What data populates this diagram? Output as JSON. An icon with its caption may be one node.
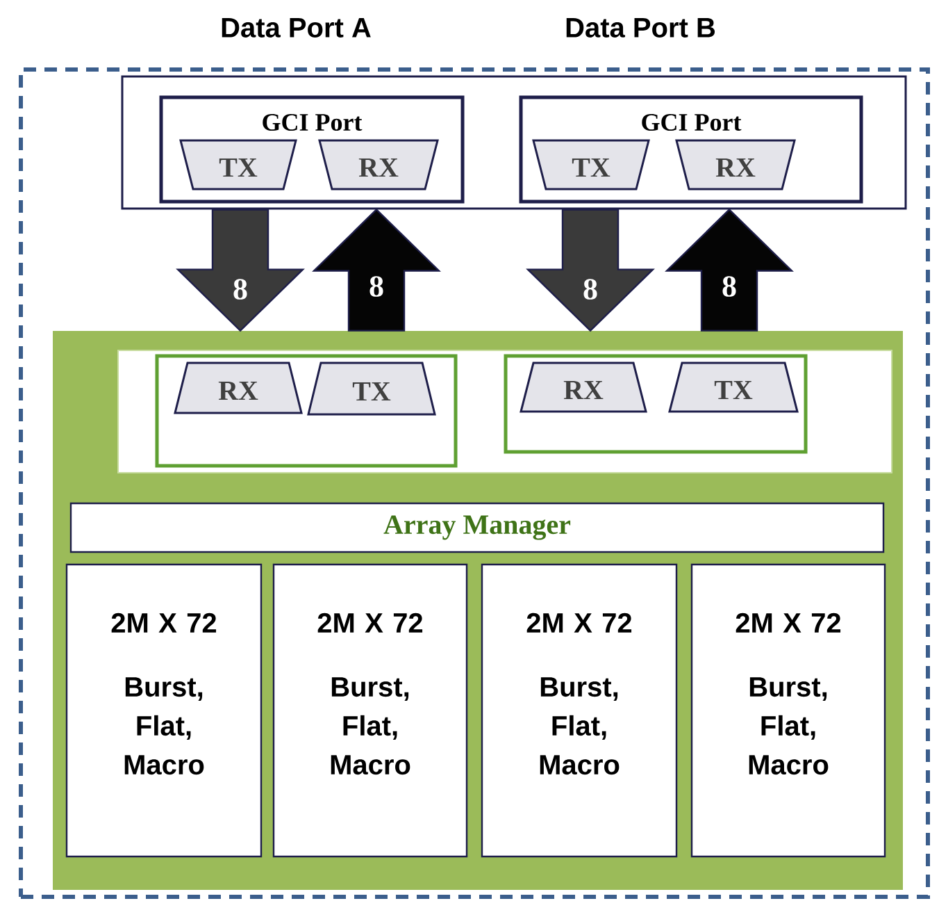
{
  "diagram": {
    "nodes": [
      {
        "text": [],
        "shape": "box"
      },
      {
        "text": [],
        "shape": "box",
        "in": 0
      },
      {
        "text": [
          "GCI Port"
        ],
        "in": 1
      },
      {
        "text": [
          "TX"
        ],
        "in": 2
      },
      {
        "text": [
          "RX"
        ],
        "in": 2
      },
      {
        "text": [
          "GCI Port"
        ],
        "in": 1
      },
      {
        "text": [
          "TX"
        ],
        "in": 5
      },
      {
        "text": [
          "RX"
        ],
        "in": 5
      },
      {
        "text": [],
        "shape": "box",
        "in": 0
      },
      {
        "text": [],
        "shape": "box",
        "in": 8
      },
      {
        "text": [],
        "shape": "box",
        "in": 9
      },
      {
        "text": [
          "RX"
        ],
        "in": 10
      },
      {
        "text": [
          "TX"
        ],
        "in": 10
      },
      {
        "text": [],
        "shape": "box",
        "in": 9
      },
      {
        "text": [
          "RX"
        ],
        "in": 13
      },
      {
        "text": [
          "TX"
        ],
        "in": 13
      },
      {
        "text": [
          "Array Manager"
        ],
        "in": 8
      },
      {
        "text": [
          "2M X 72",
          "Burst, Flat, Macro"
        ],
        "in": 8
      },
      {
        "text": [
          "2M X 72",
          "Burst, Flat, Macro"
        ],
        "in": 8
      },
      {
        "text": [
          "2M X 72",
          "Burst, Flat, Macro"
        ],
        "in": 8
      },
      {
        "text": [
          "2M X 72",
          "Burst, Flat, Macro"
        ],
        "in": 8
      }
    ],
    "edges": [
      {
        "from": 1,
        "to": 8,
        "arrow": "to",
        "label": "8",
        "style": "thick",
        "color": "#3a3a3a"
      },
      {
        "from": 8,
        "to": 1,
        "arrow": "to",
        "label": "8",
        "style": "thick",
        "color": "#050505"
      },
      {
        "from": 1,
        "to": 8,
        "arrow": "to",
        "label": "8",
        "style": "thick",
        "color": "#3a3a3a"
      },
      {
        "from": 8,
        "to": 1,
        "arrow": "to",
        "label": "8",
        "style": "thick",
        "color": "#050505"
      }
    ],
    "labels": [
      "Data Port A",
      "Data Port B"
    ]
  }
}
